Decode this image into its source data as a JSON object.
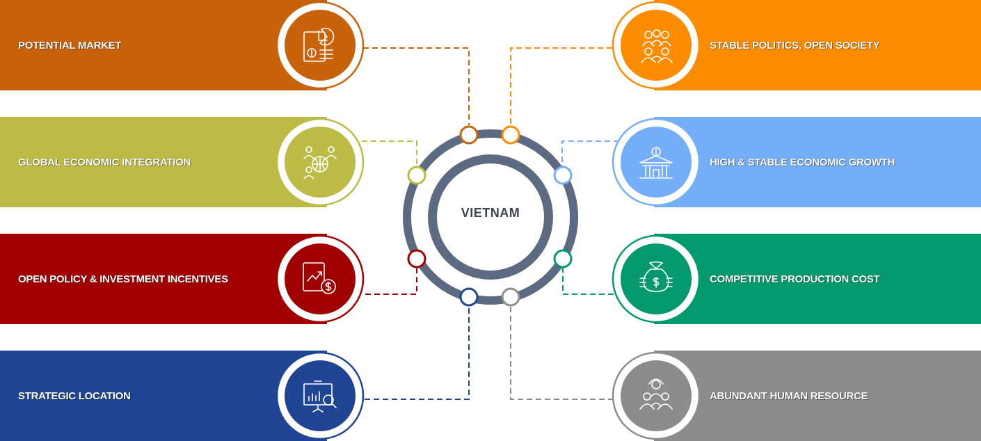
{
  "center": {
    "label": "VIETNAM"
  },
  "factors": [
    {
      "label": "POTENTIAL MARKET",
      "color": "#c8620b",
      "icon": "market-report-icon"
    },
    {
      "label": "GLOBAL ECONOMIC INTEGRATION",
      "color": "#bcbb45",
      "icon": "global-network-icon"
    },
    {
      "label": "OPEN POLICY & INVESTMENT INCENTIVES",
      "color": "#a10000",
      "icon": "investment-growth-icon"
    },
    {
      "label": "STRATEGIC LOCATION",
      "color": "#1f4593",
      "icon": "presentation-analysis-icon"
    },
    {
      "label": "STABLE POLITICS, OPEN SOCIETY",
      "color": "#fb8c00",
      "icon": "people-community-icon"
    },
    {
      "label": "HIGH & STABLE ECONOMIC GROWTH",
      "color": "#74adf8",
      "icon": "bank-building-icon"
    },
    {
      "label": "COMPETITIVE PRODUCTION COST",
      "color": "#04996d",
      "icon": "money-bag-icon"
    },
    {
      "label": "ABUNDANT HUMAN RESOURCE",
      "color": "#8c8c8c",
      "icon": "workforce-icon"
    }
  ],
  "ring_color": "#5c6a82"
}
